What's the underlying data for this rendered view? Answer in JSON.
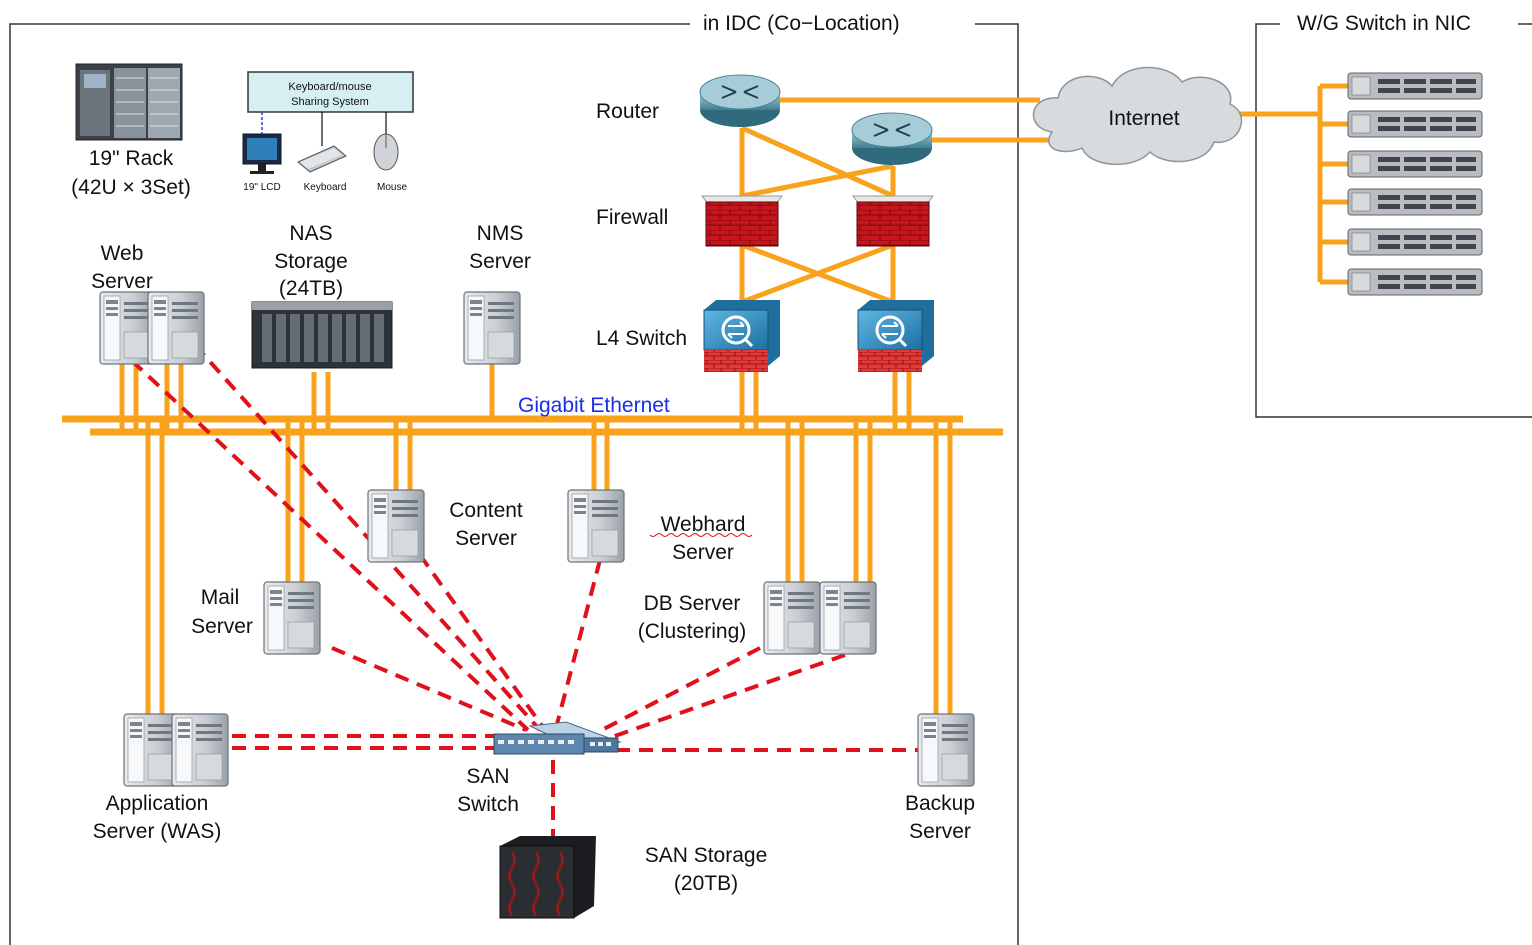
{
  "colors": {
    "ethernet": "#f9a21c",
    "san_link": "#e0111b",
    "border": "#333333",
    "label_gige": "#1a2ee6"
  },
  "regions": {
    "idc": "in IDC (Co−Location)",
    "nic": "W/G Switch in NIC"
  },
  "network": {
    "internet": "Internet",
    "gigabit": "Gigabit Ethernet",
    "router": "Router",
    "firewall": "Firewall",
    "l4": "L4 Switch"
  },
  "rack": {
    "line1": "19\" Rack",
    "line2": "(42U × 3Set)"
  },
  "kvm": {
    "title1": "Keyboard/mouse",
    "title2": "Sharing System",
    "lcd": "19\" LCD",
    "keyboard": "Keyboard",
    "mouse": "Mouse"
  },
  "servers": {
    "web": [
      "Web",
      "Server"
    ],
    "nas": [
      "NAS",
      "Storage",
      "(24TB)"
    ],
    "nms": [
      "NMS",
      "Server"
    ],
    "content": [
      "Content",
      "Server"
    ],
    "webhard": [
      "Webhard",
      "Server"
    ],
    "mail": [
      "Mail",
      "Server"
    ],
    "db": [
      "DB Server",
      "(Clustering)"
    ],
    "app": [
      "Application",
      "Server (WAS)"
    ],
    "san_switch": [
      "SAN",
      "Switch"
    ],
    "backup": [
      "Backup",
      "Server"
    ],
    "san_storage": [
      "SAN Storage",
      "(20TB)"
    ]
  }
}
